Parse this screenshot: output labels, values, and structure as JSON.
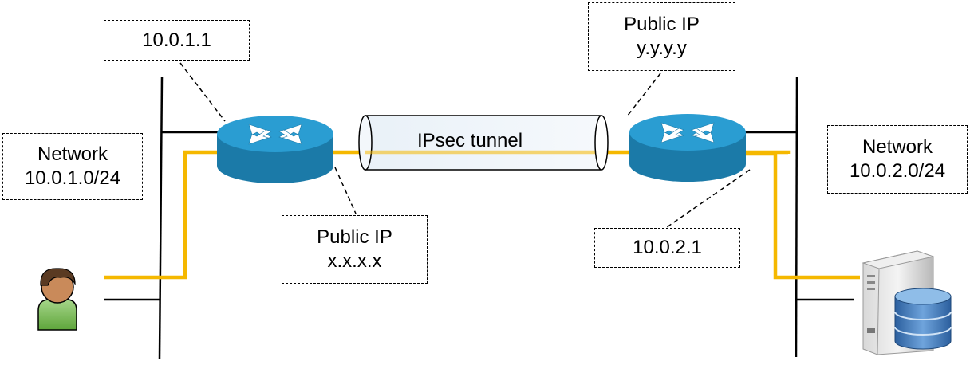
{
  "labels": {
    "router_left_private_ip": "10.0.1.1",
    "router_left_public_title": "Public IP",
    "router_left_public_ip": "x.x.x.x",
    "router_right_public_title": "Public IP",
    "router_right_public_ip": "y.y.y.y",
    "router_right_private_ip": "10.0.2.1",
    "network_left_title": "Network",
    "network_left_cidr": "10.0.1.0/24",
    "network_right_title": "Network",
    "network_right_cidr": "10.0.2.0/24",
    "tunnel": "IPsec tunnel"
  },
  "colors": {
    "path": "#f5b800",
    "router_top": "#2a9dd2",
    "router_side": "#1b7aa8",
    "tunnel_fill": "#eef4fa"
  },
  "icons": [
    "router-left-icon",
    "router-right-icon",
    "user-icon",
    "server-database-icon"
  ]
}
